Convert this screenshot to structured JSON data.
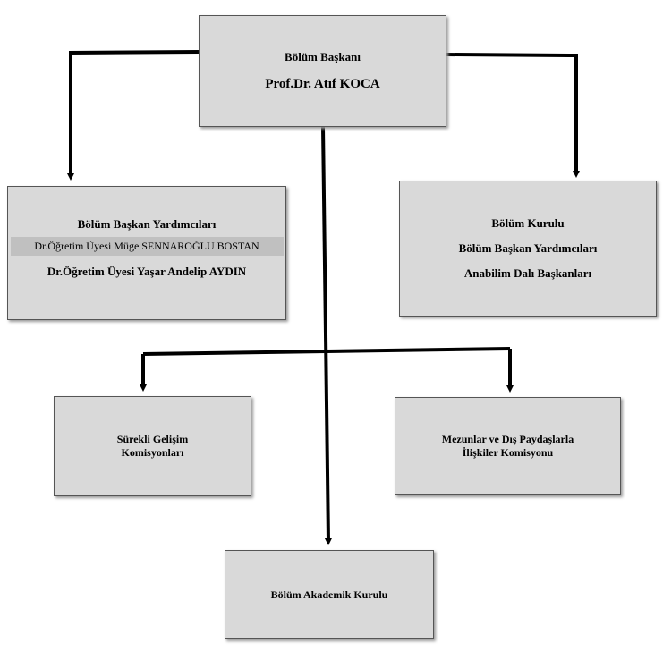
{
  "head": {
    "title": "Bölüm Başkanı",
    "name": "Prof.Dr. Atıf KOCA"
  },
  "deputies": {
    "title": "Bölüm Başkan Yardımcıları",
    "person1": "Dr.Öğretim Üyesi Müge SENNAROĞLU BOSTAN",
    "person2": "Dr.Öğretim Üyesi Yaşar Andelip AYDIN"
  },
  "council": {
    "line1": "Bölüm Kurulu",
    "line2": "Bölüm Başkan Yardımcıları",
    "line3": "Anabilim Dalı Başkanları"
  },
  "improvement": {
    "line1": "Sürekli Gelişim",
    "line2": "Komisyonları"
  },
  "alumni": {
    "line1": "Mezunlar ve Dış Paydaşlarla",
    "line2": "İlişkiler Komisyonu"
  },
  "academic": {
    "label": "Bölüm Akademik Kurulu"
  },
  "colors": {
    "box_fill": "#d9d9d9",
    "connector": "#000000"
  }
}
